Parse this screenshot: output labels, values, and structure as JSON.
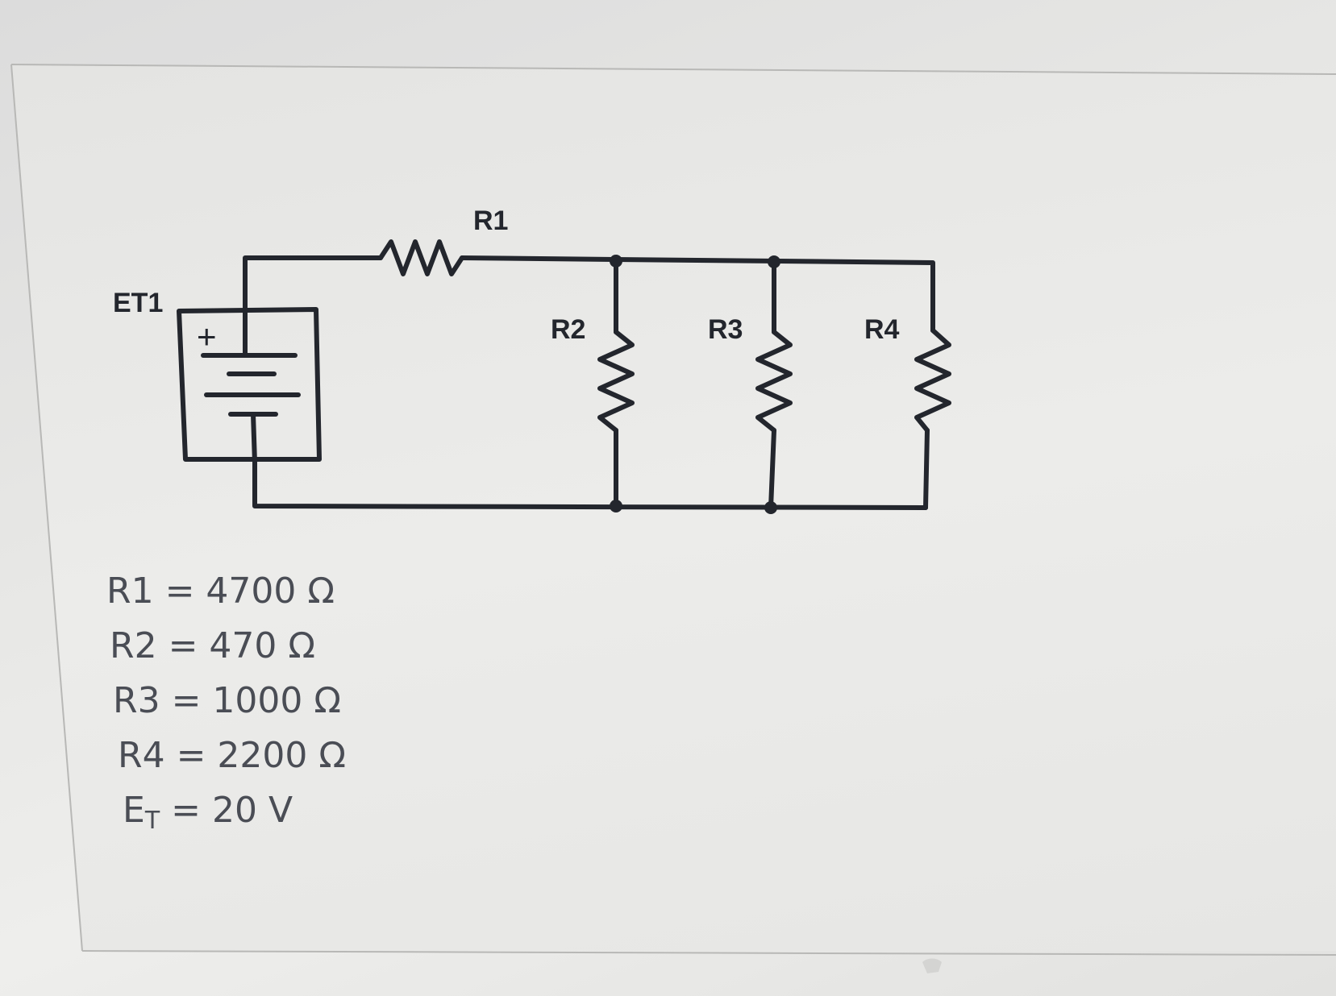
{
  "diagram": {
    "labels": {
      "source": "ET1",
      "r1": "R1",
      "r2": "R2",
      "r3": "R3",
      "r4": "R4",
      "plus": "+"
    }
  },
  "values": [
    {
      "name": "R1",
      "eq": " = 4700 Ω"
    },
    {
      "name": "R2",
      "eq": " = 470 Ω"
    },
    {
      "name": "R3",
      "eq": " = 1000 Ω"
    },
    {
      "name": "R4",
      "eq": " = 2200 Ω"
    },
    {
      "name": "E",
      "sub": "T",
      "eq": " = 20 V"
    }
  ],
  "colors": {
    "wire": "#23262d",
    "text": "#4a4d55"
  }
}
